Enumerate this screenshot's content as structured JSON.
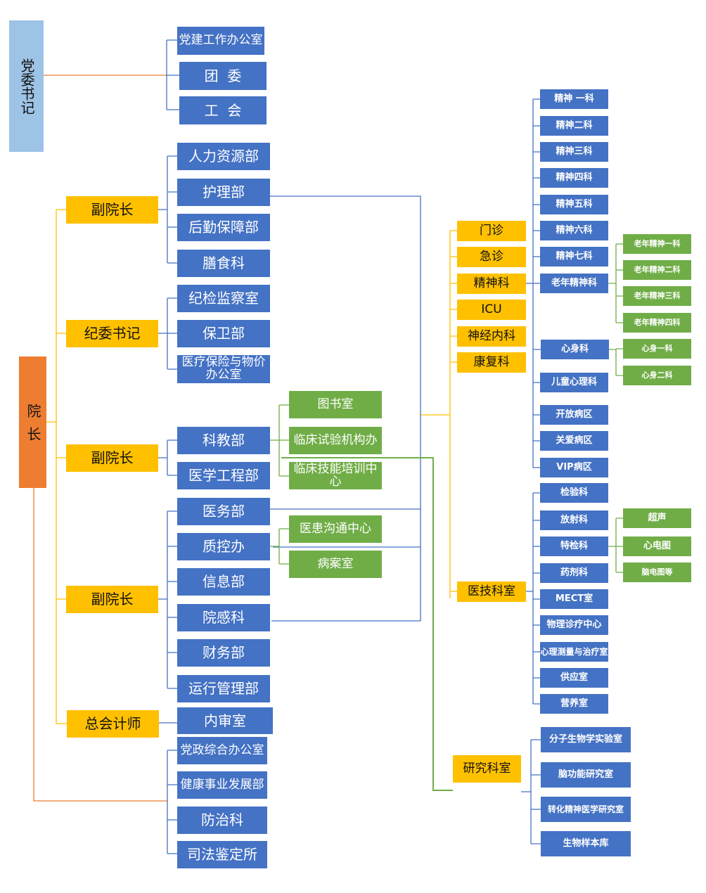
{
  "colors": {
    "blue": "#4472c4",
    "green": "#70ad47",
    "yellow": "#ffc000",
    "light_blue": "#9dc3e6",
    "orange": "#ed7d31"
  },
  "party": {
    "secretary": "党委书记",
    "offices": [
      "党建工作办公室",
      "团  委",
      "工  会"
    ]
  },
  "president": "院  长",
  "leaders": [
    "副院长",
    "纪委书记",
    "副院长",
    "副院长",
    "总会计师"
  ],
  "depts": {
    "vp1": [
      "人力资源部",
      "护理部",
      "后勤保障部",
      "膳食科"
    ],
    "discipline": [
      "纪检监察室",
      "保卫部",
      "医疗保险与物价办公室"
    ],
    "vp2": [
      "科教部",
      "医学工程部"
    ],
    "vp3": [
      "医务部",
      "质控办",
      "信息部",
      "院感科",
      "财务部",
      "运行管理部"
    ],
    "cfo": [
      "内审室"
    ],
    "direct": [
      "党政综合办公室",
      "健康事业发展部",
      "防治科",
      "司法鉴定所"
    ]
  },
  "sub": {
    "kejiao": [
      "图书室",
      "临床试验机构办",
      "临床技能培训中心"
    ],
    "zhikong": [
      "医患沟通中心",
      "病案室"
    ]
  },
  "clinical": [
    "门诊",
    "急诊",
    "精神科",
    "ICU",
    "神经内科",
    "康复科"
  ],
  "psych": [
    "精神 一科",
    "精神二科",
    "精神三科",
    "精神四科",
    "精神五科",
    "精神六科",
    "精神七科",
    "老年精神科",
    "心身科",
    "儿童心理科",
    "开放病区",
    "关爱病区",
    "VIP病区"
  ],
  "geriatric": [
    "老年精神一科",
    "老年精神二科",
    "老年精神三科",
    "老年精神四科"
  ],
  "psychosomatic": [
    "心身一科",
    "心身二科"
  ],
  "medtech": {
    "label": "医技科室",
    "items": [
      "检验科",
      "放射科",
      "特检科",
      "药剂科",
      "MECT室",
      "物理诊疗中心",
      "心理测量与治疗室",
      "供应室",
      "营养室"
    ]
  },
  "special_exam": [
    "超声",
    "心电图",
    "脑电图等"
  ],
  "research": {
    "label": "研究科室",
    "items": [
      "分子生物学实验室",
      "脑功能研究室",
      "转化精神医学研究室",
      "生物样本库"
    ]
  }
}
